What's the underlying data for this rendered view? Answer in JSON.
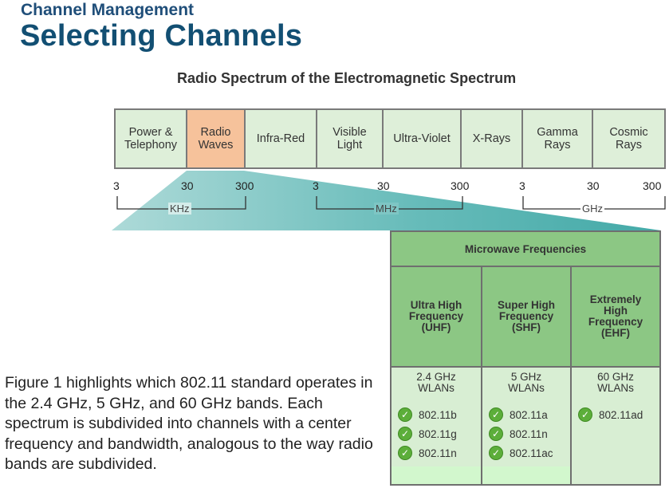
{
  "header": {
    "subtitle": "Channel Management",
    "title": "Selecting Channels"
  },
  "diagram_title": "Radio Spectrum of the Electromagnetic Spectrum",
  "spectrum": {
    "bands": [
      {
        "label": "Power & Telephony"
      },
      {
        "label": "Radio Waves",
        "highlighted": true
      },
      {
        "label": "Infra-Red"
      },
      {
        "label": "Visible Light"
      },
      {
        "label": "Ultra-Violet"
      },
      {
        "label": "X-Rays"
      },
      {
        "label": "Gamma Rays"
      },
      {
        "label": "Cosmic Rays"
      }
    ],
    "highlight_color": "#f6c29b",
    "band_color": "#deefd9"
  },
  "scale": {
    "groups": [
      {
        "ticks": [
          "3",
          "30",
          "300"
        ],
        "unit": "KHz"
      },
      {
        "ticks": [
          "3",
          "30",
          "300"
        ],
        "unit": "MHz"
      },
      {
        "ticks": [
          "3",
          "30",
          "300"
        ],
        "unit": "GHz"
      }
    ]
  },
  "microwave": {
    "title": "Microwave Frequencies",
    "columns": [
      {
        "heading": [
          "Ultra High",
          "Frequency",
          "(UHF)"
        ],
        "wlan": [
          "2.4 GHz",
          "WLANs"
        ],
        "standards": [
          "802.11b",
          "802.11g",
          "802.11n"
        ]
      },
      {
        "heading": [
          "Super High",
          "Frequency",
          "(SHF)"
        ],
        "wlan": [
          "5 GHz",
          "WLANs"
        ],
        "standards": [
          "802.11a",
          "802.11n",
          "802.11ac"
        ]
      },
      {
        "heading": [
          "Extremely",
          "High",
          "Frequency",
          "(EHF)"
        ],
        "wlan": [
          "60 GHz",
          "WLANs"
        ],
        "standards": [
          "802.11ad"
        ]
      }
    ],
    "table_color": "#8cc784",
    "check_icon": "check-circle-icon"
  },
  "caption": "Figure 1 highlights which 802.11 standard operates in the 2.4 GHz, 5 GHz, and 60 GHz bands. Each spectrum is subdivided into channels with a center frequency and bandwidth, analogous to the way radio bands are subdivided."
}
